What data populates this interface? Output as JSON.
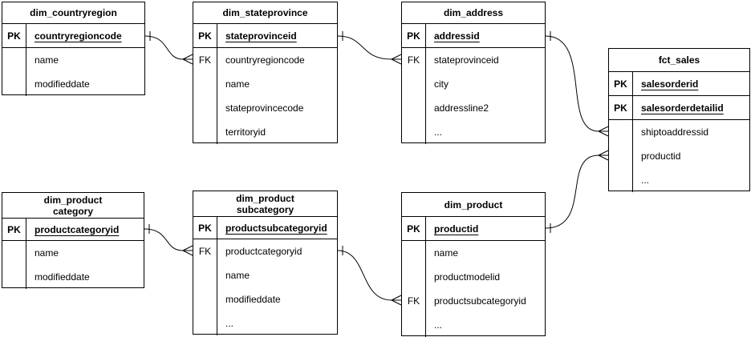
{
  "diagram": {
    "type": "entity-relationship",
    "background_color": "#ffffff",
    "line_color": "#000000",
    "text_color": "#000000",
    "tables": [
      {
        "name": "dim_countryregion",
        "title_lines": [
          "dim_countryregion"
        ],
        "rows": [
          {
            "key": "PK",
            "field": "countryregioncode",
            "is_pk": true
          },
          {
            "key": "",
            "field": "name"
          },
          {
            "key": "",
            "field": "modifieddate"
          }
        ]
      },
      {
        "name": "dim_stateprovince",
        "title_lines": [
          "dim_stateprovince"
        ],
        "rows": [
          {
            "key": "PK",
            "field": "stateprovinceid",
            "is_pk": true
          },
          {
            "key": "FK",
            "field": "countryregioncode"
          },
          {
            "key": "",
            "field": "name"
          },
          {
            "key": "",
            "field": "stateprovincecode"
          },
          {
            "key": "",
            "field": "territoryid"
          }
        ]
      },
      {
        "name": "dim_address",
        "title_lines": [
          "dim_address"
        ],
        "rows": [
          {
            "key": "PK",
            "field": "addressid",
            "is_pk": true
          },
          {
            "key": "FK",
            "field": "stateprovinceid"
          },
          {
            "key": "",
            "field": "city"
          },
          {
            "key": "",
            "field": "addressline2"
          },
          {
            "key": "",
            "field": "..."
          }
        ]
      },
      {
        "name": "fct_sales",
        "title_lines": [
          "fct_sales"
        ],
        "rows": [
          {
            "key": "PK",
            "field": "salesorderid",
            "is_pk": true
          },
          {
            "key": "PK",
            "field": "salesorderdetailid",
            "is_pk": true
          },
          {
            "key": "",
            "field": "shiptoaddressid"
          },
          {
            "key": "",
            "field": "productid"
          },
          {
            "key": "",
            "field": "..."
          }
        ]
      },
      {
        "name": "dim_product category",
        "title_lines": [
          "dim_product",
          "category"
        ],
        "rows": [
          {
            "key": "PK",
            "field": "productcategoryid",
            "is_pk": true
          },
          {
            "key": "",
            "field": "name"
          },
          {
            "key": "",
            "field": "modifieddate"
          }
        ]
      },
      {
        "name": "dim_product subcategory",
        "title_lines": [
          "dim_product",
          "subcategory"
        ],
        "rows": [
          {
            "key": "PK",
            "field": "productsubcategoryid",
            "is_pk": true
          },
          {
            "key": "FK",
            "field": "productcategoryid"
          },
          {
            "key": "",
            "field": "name"
          },
          {
            "key": "",
            "field": "modifieddate"
          },
          {
            "key": "",
            "field": "..."
          }
        ]
      },
      {
        "name": "dim_product",
        "title_lines": [
          "dim_product"
        ],
        "rows": [
          {
            "key": "PK",
            "field": "productid",
            "is_pk": true
          },
          {
            "key": "",
            "field": "name"
          },
          {
            "key": "",
            "field": "productmodelid"
          },
          {
            "key": "FK",
            "field": "productsubcategoryid"
          },
          {
            "key": "",
            "field": "..."
          }
        ]
      }
    ],
    "relationships": [
      {
        "from_table": "dim_countryregion",
        "from_field": "countryregioncode",
        "to_table": "dim_stateprovince",
        "to_field": "countryregioncode",
        "cardinality": "one-to-many"
      },
      {
        "from_table": "dim_stateprovince",
        "from_field": "stateprovinceid",
        "to_table": "dim_address",
        "to_field": "stateprovinceid",
        "cardinality": "one-to-many"
      },
      {
        "from_table": "dim_address",
        "from_field": "addressid",
        "to_table": "fct_sales",
        "to_field": "shiptoaddressid",
        "cardinality": "one-to-many"
      },
      {
        "from_table": "dim_product",
        "from_field": "productid",
        "to_table": "fct_sales",
        "to_field": "productid",
        "cardinality": "one-to-many"
      },
      {
        "from_table": "dim_product category",
        "from_field": "productcategoryid",
        "to_table": "dim_product subcategory",
        "to_field": "productcategoryid",
        "cardinality": "one-to-many"
      },
      {
        "from_table": "dim_product subcategory",
        "from_field": "productsubcategoryid",
        "to_table": "dim_product",
        "to_field": "productsubcategoryid",
        "cardinality": "one-to-many"
      }
    ]
  }
}
